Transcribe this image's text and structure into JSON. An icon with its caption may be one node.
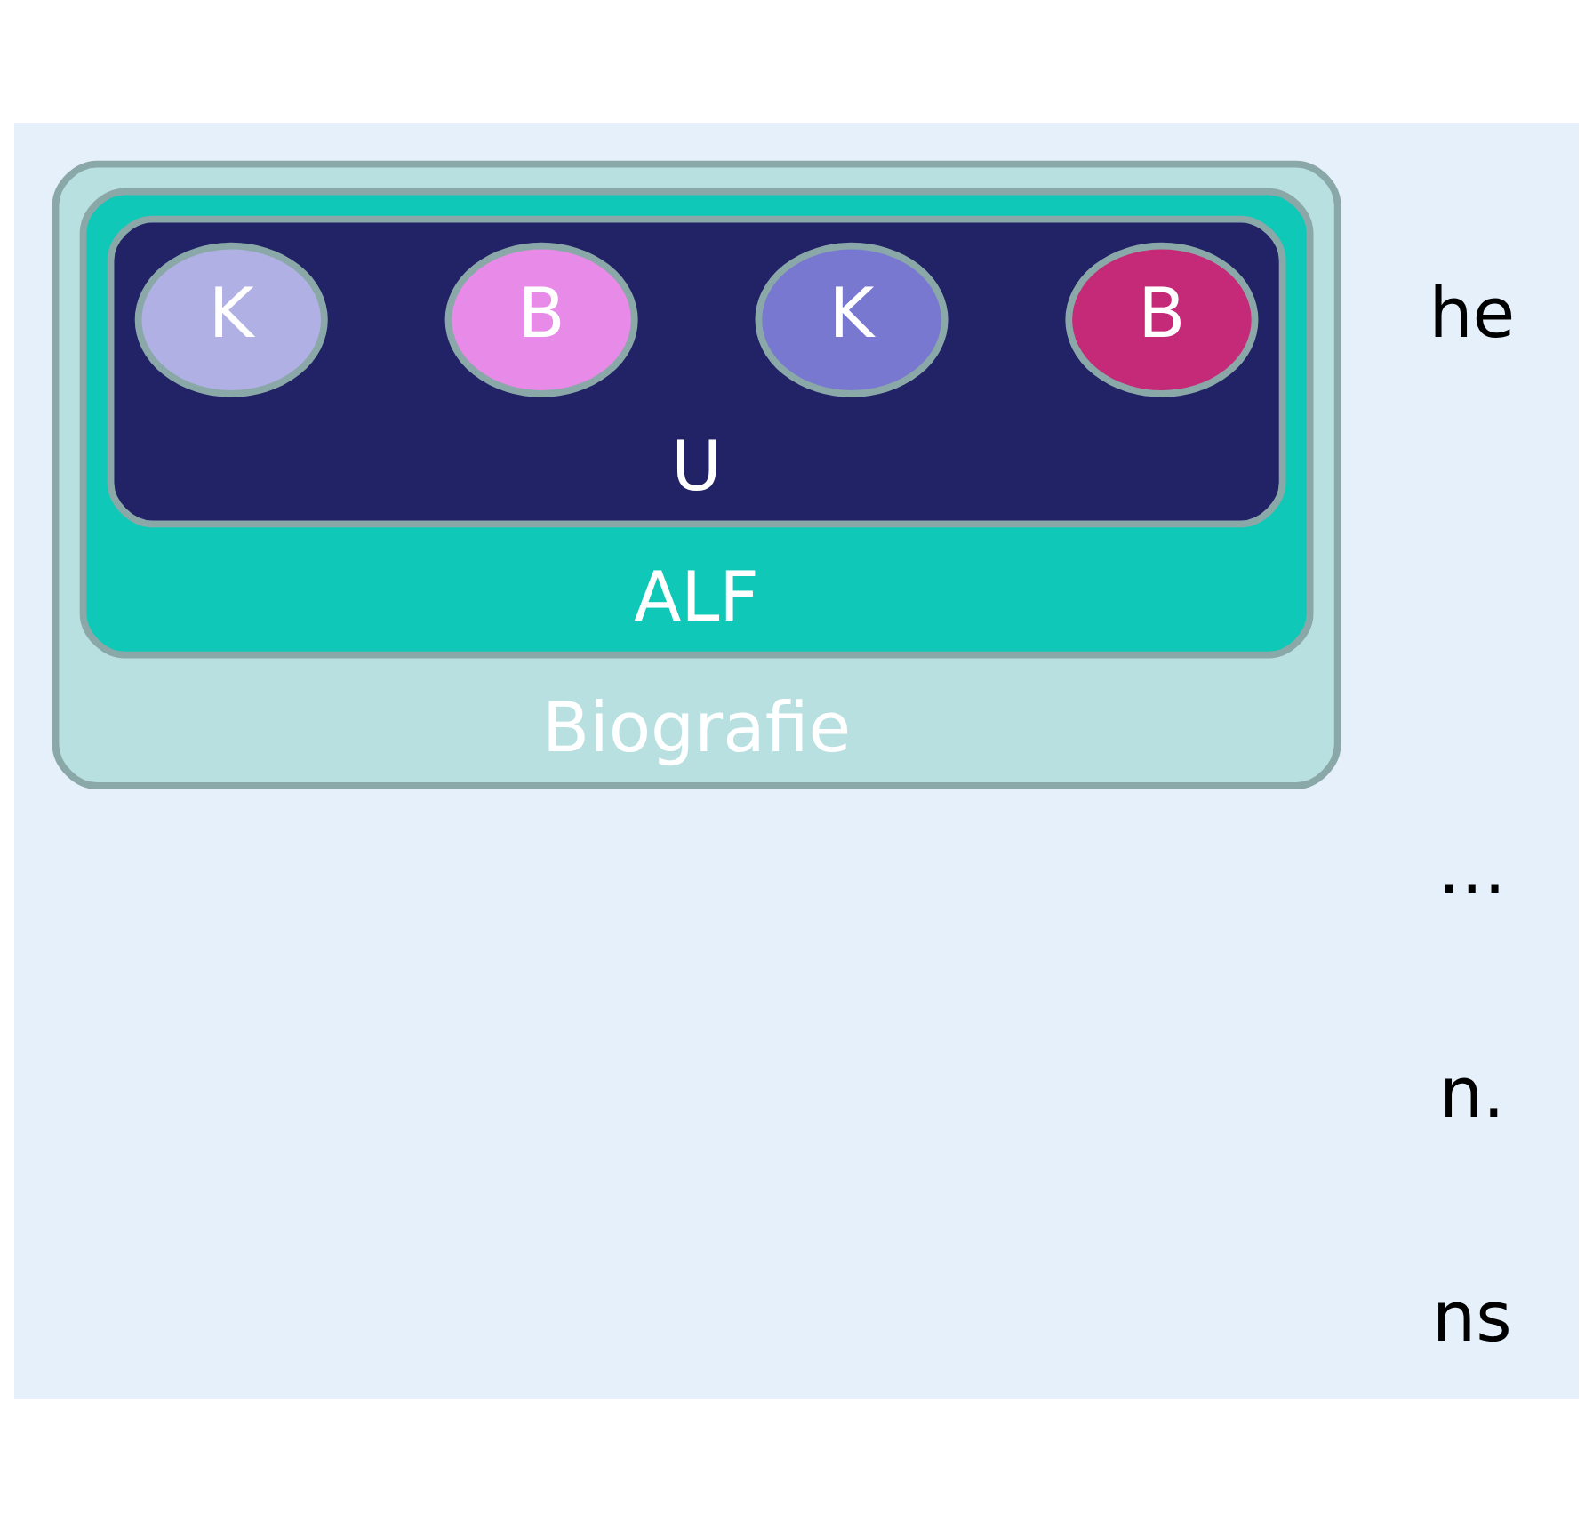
{
  "diagram": {
    "nodes": [
      {
        "text": [
          "Biografie"
        ]
      },
      {
        "text": [
          "ALF"
        ],
        "in": 0
      },
      {
        "text": [
          "U"
        ],
        "in": 1
      },
      {
        "text": [
          "B"
        ],
        "in": 2
      },
      {
        "text": [
          "K"
        ],
        "in": 2
      },
      {
        "text": [
          "B"
        ],
        "in": 2
      },
      {
        "text": [
          "K"
        ],
        "in": 2
      }
    ],
    "edges": [],
    "labels": [
      "he",
      "…",
      "n.",
      "ns"
    ]
  }
}
